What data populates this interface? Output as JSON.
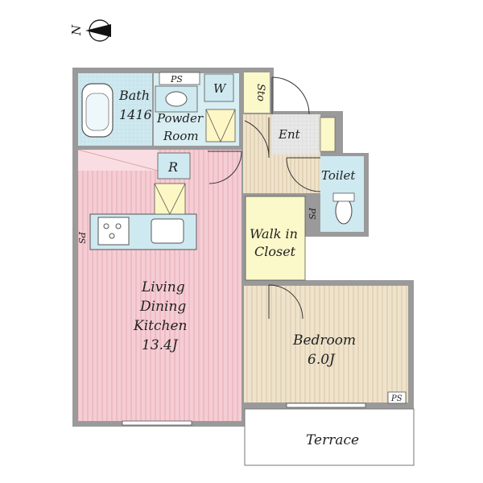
{
  "compass": {
    "north_label": "N"
  },
  "rooms": {
    "bath": {
      "line1": "Bath",
      "line2": "1416"
    },
    "powder_room": {
      "line1": "Powder",
      "line2": "Room"
    },
    "washer": "W",
    "storage": "Sto",
    "entrance": "Ent",
    "toilet": "Toilet",
    "refrigerator": "R",
    "walk_in_closet": {
      "line1": "Walk in",
      "line2": "Closet"
    },
    "ldk": {
      "line1": "Living",
      "line2": "Dining",
      "line3": "Kitchen",
      "line4": "13.4J"
    },
    "bedroom": {
      "line1": "Bedroom",
      "line2": "6.0J"
    },
    "terrace": "Terrace"
  },
  "ps_labels": [
    "PS",
    "PS",
    "PS",
    "PS"
  ],
  "colors": {
    "ldk_fill": "#f3c8cf",
    "bedroom_fill": "#ece0c8",
    "bath_fill": "#cde8ef",
    "closet_fill": "#fbf8c9",
    "entrance_fill": "#e6e6e6",
    "wall": "#9a9a9a"
  }
}
